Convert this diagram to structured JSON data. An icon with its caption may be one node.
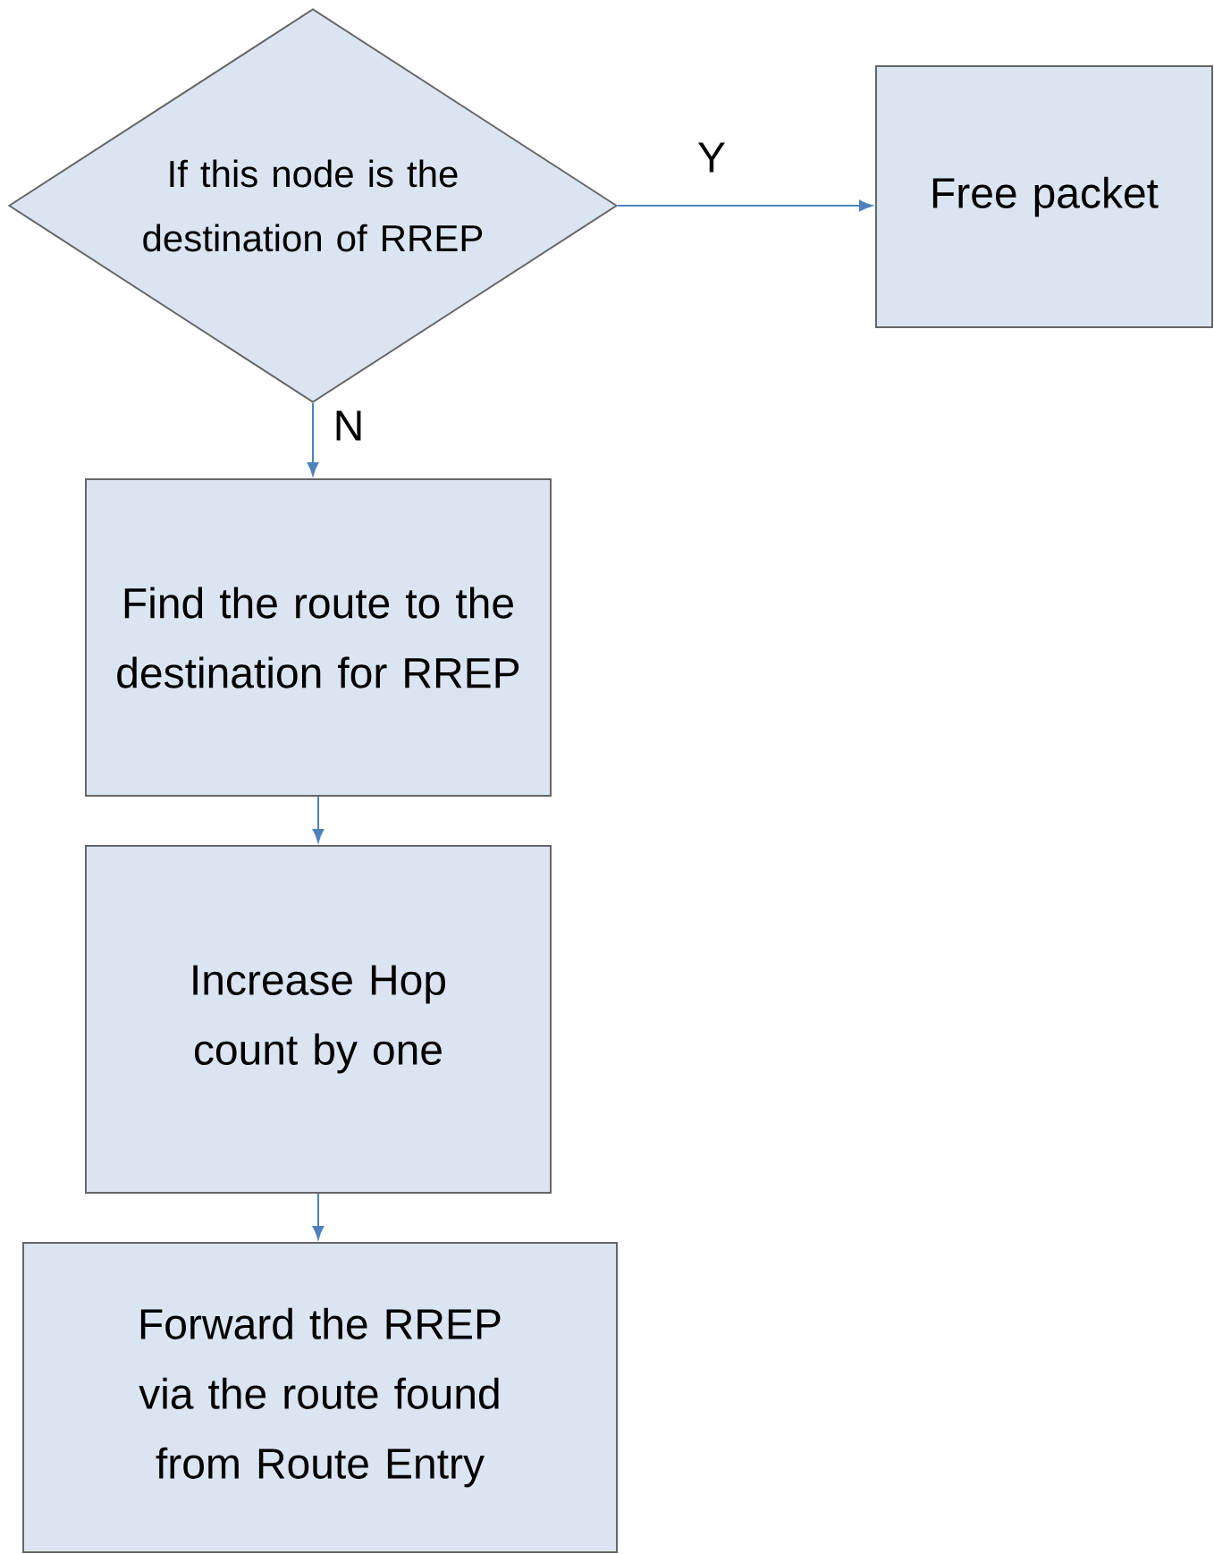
{
  "diagram": {
    "nodes": [
      {
        "text": [
          "If this node is the destination of RREP"
        ]
      },
      {
        "text": [
          "Free packet"
        ]
      },
      {
        "text": [
          "Find the route to the destination for RREP"
        ]
      },
      {
        "text": [
          "Increase Hop count by one"
        ]
      },
      {
        "text": [
          "Forward the RREP via the route found from Route Entry"
        ]
      }
    ],
    "edges": [
      {
        "from": 0,
        "to": 1,
        "arrow": "to",
        "label": "Y"
      },
      {
        "from": 0,
        "to": 2,
        "arrow": "to",
        "label": "N"
      },
      {
        "from": 2,
        "to": 3,
        "arrow": "to"
      },
      {
        "from": 3,
        "to": 4,
        "arrow": "to"
      }
    ]
  }
}
